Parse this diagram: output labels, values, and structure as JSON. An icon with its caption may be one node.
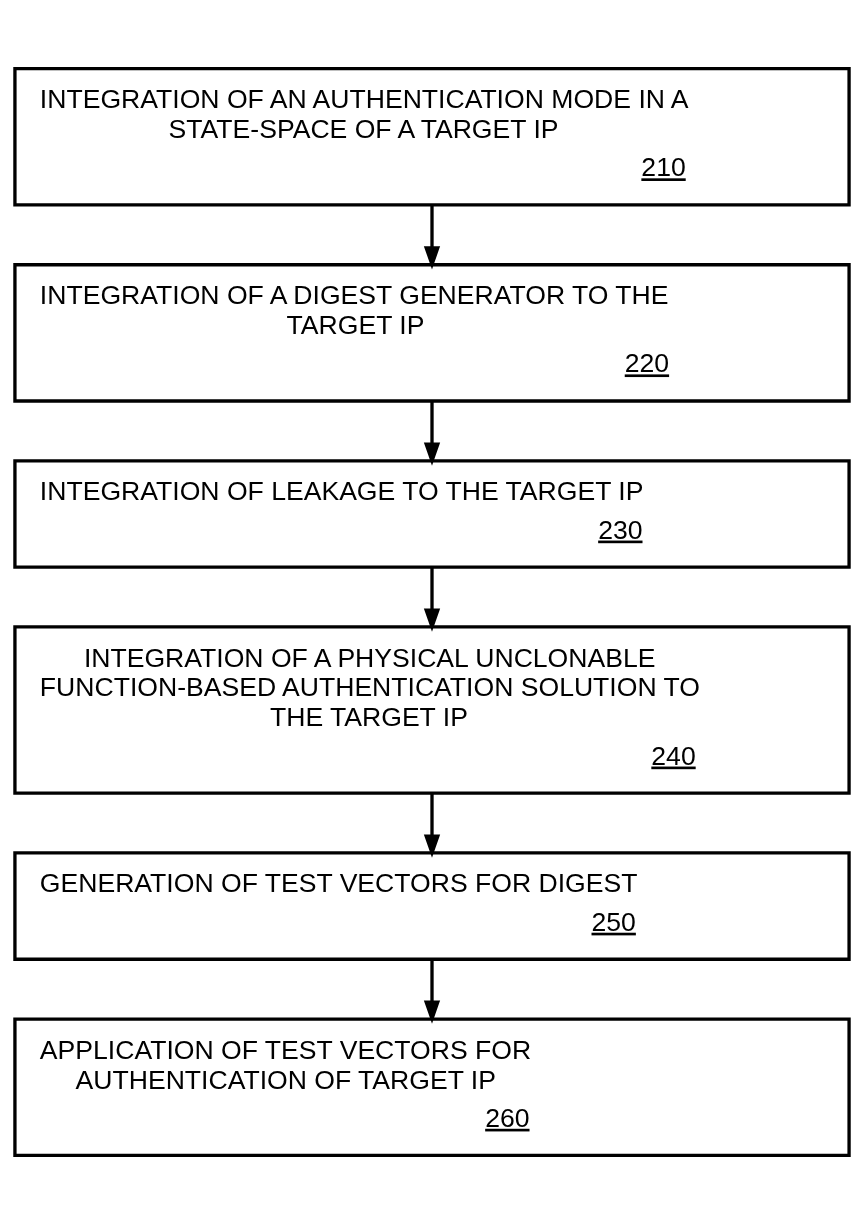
{
  "diagram": {
    "nodes": [
      {
        "text": [
          "INTEGRATION OF AN AUTHENTICATION MODE IN A STATE-SPACE OF A TARGET IP",
          "210"
        ]
      },
      {
        "text": [
          "INTEGRATION OF A DIGEST GENERATOR TO THE TARGET IP",
          "220"
        ]
      },
      {
        "text": [
          "INTEGRATION OF LEAKAGE TO THE TARGET IP",
          "230"
        ]
      },
      {
        "text": [
          "INTEGRATION OF A PHYSICAL UNCLONABLE FUNCTION-BASED AUTHENTICATION SOLUTION TO THE TARGET IP",
          "240"
        ]
      },
      {
        "text": [
          "GENERATION OF TEST VECTORS FOR DIGEST",
          "250"
        ]
      },
      {
        "text": [
          "APPLICATION OF TEST VECTORS FOR AUTHENTICATION OF TARGET IP",
          "260"
        ]
      }
    ],
    "edges": [
      {
        "from": 0,
        "to": 1,
        "arrow": "to"
      },
      {
        "from": 1,
        "to": 2,
        "arrow": "to"
      },
      {
        "from": 2,
        "to": 3,
        "arrow": "to"
      },
      {
        "from": 3,
        "to": 4,
        "arrow": "to"
      },
      {
        "from": 4,
        "to": 5,
        "arrow": "to"
      }
    ]
  }
}
